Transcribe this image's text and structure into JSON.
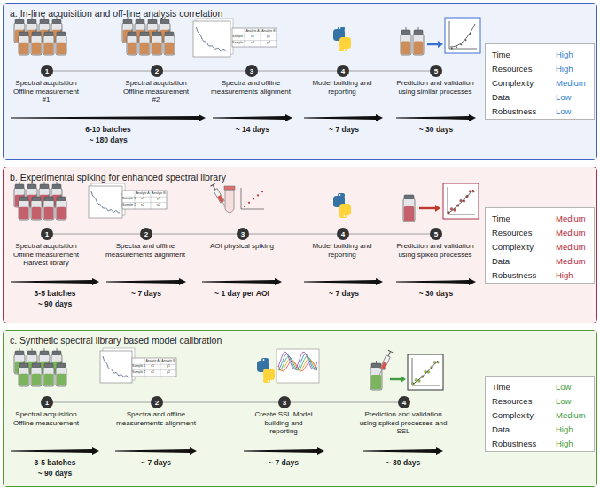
{
  "diagram": {
    "nodes": [
      {
        "text": [
          "a. In-line acquisition and off-line analysis correlation"
        ]
      },
      {
        "text": [
          "1"
        ],
        "in": 0
      },
      {
        "text": [
          "2"
        ],
        "in": 0
      },
      {
        "text": [
          "3"
        ],
        "in": 0
      },
      {
        "text": [
          "4"
        ],
        "in": 0
      },
      {
        "text": [
          "5"
        ],
        "in": 0
      },
      {
        "text": [
          "Time",
          "High",
          "Resources",
          "High",
          "Complexity",
          "Medium",
          "Data",
          "Low",
          "Robustness",
          "Low"
        ],
        "in": 0
      },
      {
        "text": [
          "b. Experimental spiking for enhanced spectral library"
        ]
      },
      {
        "text": [
          "1"
        ],
        "in": 7
      },
      {
        "text": [
          "2"
        ],
        "in": 7
      },
      {
        "text": [
          "3"
        ],
        "in": 7
      },
      {
        "text": [
          "4"
        ],
        "in": 7
      },
      {
        "text": [
          "5"
        ],
        "in": 7
      },
      {
        "text": [
          "Time",
          "Medium",
          "Resources",
          "Medium",
          "Complexity",
          "Medium",
          "Data",
          "Medium",
          "Robustness",
          "High"
        ],
        "in": 7
      },
      {
        "text": [
          "c. Synthetic spectral library based model calibration"
        ]
      },
      {
        "text": [
          "1"
        ],
        "in": 14
      },
      {
        "text": [
          "2"
        ],
        "in": 14
      },
      {
        "text": [
          "3"
        ],
        "in": 14
      },
      {
        "text": [
          "4"
        ],
        "in": 14
      },
      {
        "text": [
          "Time",
          "Low",
          "Resources",
          "Low",
          "Complexity",
          "Medium",
          "Data",
          "High",
          "Robustness",
          "High"
        ],
        "in": 14
      }
    ],
    "edges": [
      {
        "from": 1,
        "to": 2,
        "arrow": "none"
      },
      {
        "from": 2,
        "to": 3,
        "arrow": "none"
      },
      {
        "from": 3,
        "to": 4,
        "arrow": "none"
      },
      {
        "from": 4,
        "to": 5,
        "arrow": "none"
      },
      {
        "from": 8,
        "to": 9,
        "arrow": "none"
      },
      {
        "from": 9,
        "to": 10,
        "arrow": "none"
      },
      {
        "from": 10,
        "to": 11,
        "arrow": "none"
      },
      {
        "from": 11,
        "to": 12,
        "arrow": "none"
      },
      {
        "from": 15,
        "to": 16,
        "arrow": "none"
      },
      {
        "from": 16,
        "to": 17,
        "arrow": "none"
      },
      {
        "from": 17,
        "to": 18,
        "arrow": "none"
      }
    ],
    "labels": [
      "Spectral acquisition Offline measurement #1",
      "Spectral acquisition Offline measurement #2",
      "Spectra and offline measurements alignment",
      "Model building and reporting",
      "Prediction and validation using similar processes",
      "6-10 batches",
      "~ 180 days",
      "~ 14 days",
      "~ 7 days",
      "~ 30 days",
      "Analyte A",
      "Analyte B",
      "Sample 1",
      "x1",
      "y1",
      "Sample 2",
      "x2",
      "y2",
      "Spectral acquisition Offline measurement Harvest library",
      "Spectra and offline measurements alignment",
      "AOI physical spiking",
      "Model building and reporting",
      "Prediction and validation using spiked processes",
      "3-5 batches",
      "~ 90 days",
      "~ 7 days",
      "~ 1 day per AOI",
      "~ 7 days",
      "~ 30 days",
      "Analyte A",
      "Analyte B",
      "Sample 1",
      "x1",
      "y1",
      "Sample 2",
      "x2",
      "y2",
      "Spectral acquisition Offline measurement",
      "Spectra and offline measurements alignment",
      "Create SSL Model building and reporting",
      "Prediction and validation using spiked processes and SSL",
      "3-5 batches",
      "~ 90 days",
      "~ 7 days",
      "~ 7 days",
      "~ 30 days",
      "Analyte A",
      "Analyte B",
      "Sample 1",
      "x1",
      "y1",
      "Sample 2",
      "x2",
      "y2"
    ]
  }
}
